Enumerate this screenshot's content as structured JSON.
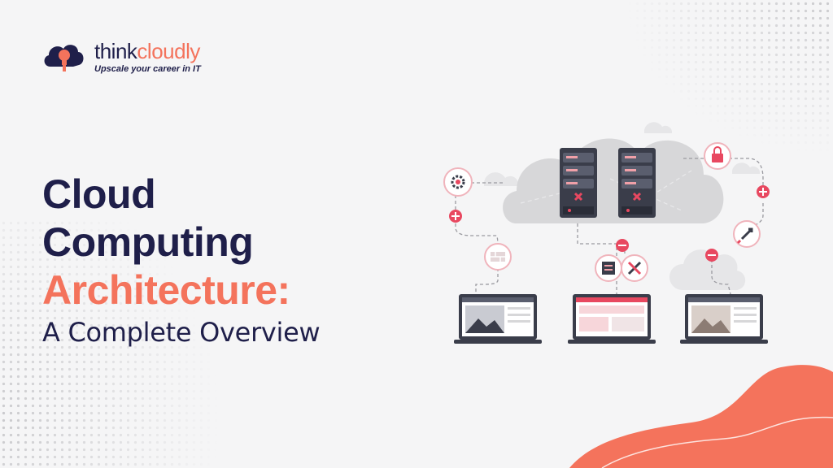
{
  "brand": {
    "name_prefix": "think",
    "name_accent": "cloudly",
    "tagline": "Upscale your career in IT",
    "logo_icon": "cloud-lightbulb-icon"
  },
  "headline": {
    "line1": "Cloud",
    "line2": "Computing",
    "line3": "Architecture:",
    "line4": "A Complete Overview"
  },
  "illustration": {
    "icons": [
      "server-icon",
      "gear-icon",
      "lock-icon",
      "rocket-icon",
      "firewall-icon",
      "tools-icon",
      "laptop-icon"
    ]
  },
  "colors": {
    "navy": "#1f1f4a",
    "accent": "#f4735c",
    "background": "#f5f5f6",
    "cloud": "#d7d7d9",
    "connector": "#e84860"
  }
}
